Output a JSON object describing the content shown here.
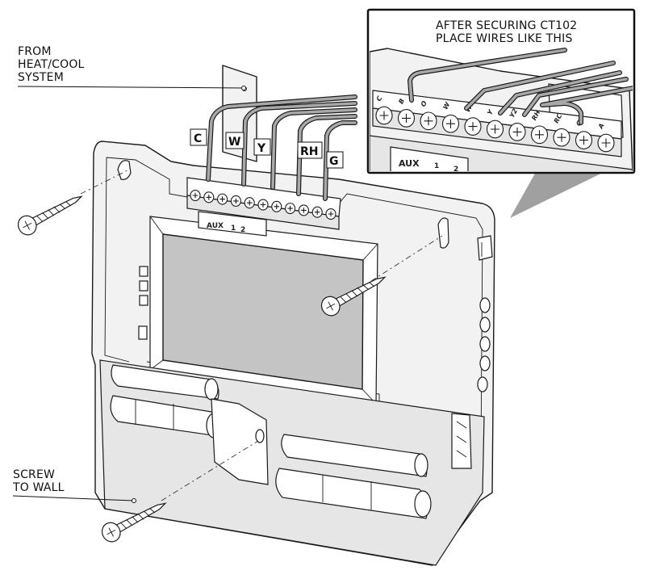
{
  "labels": {
    "heat_cool_source": "FROM\nHEAT/COOL\nSYSTEM",
    "screw_to_wall": "SCREW\nTO WALL",
    "inset_caption": "AFTER SECURING CT102\nPLACE WIRES LIKE THIS"
  },
  "wire_labels": [
    "C",
    "W",
    "Y",
    "RH",
    "G"
  ],
  "terminal_labels": [
    "C",
    "B",
    "O",
    "W",
    "W2",
    "Y",
    "Y2",
    "RH",
    "RC",
    "G",
    "A"
  ],
  "aux_label": "AUX",
  "aux_numbers": [
    "1",
    "2"
  ],
  "colors": {
    "wire_fill": "#a8a8a8",
    "lcd": "#c4c4c4",
    "body": "#f2f2f2",
    "pointer": "#a0a0a0"
  }
}
